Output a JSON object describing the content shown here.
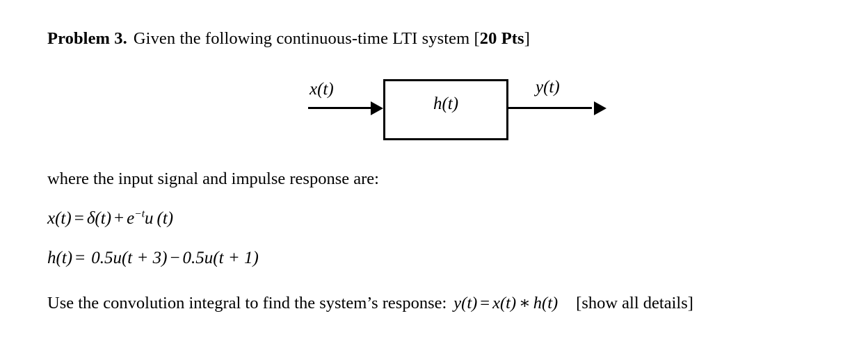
{
  "document": {
    "background_color": "#ffffff",
    "text_color": "#000000"
  },
  "problem": {
    "label": "Problem 3.",
    "statement": "Given the following continuous-time LTI system [",
    "points": "20 Pts",
    "statement_close": "]"
  },
  "diagram": {
    "input_label": "x(t)",
    "system_label": "h(t)",
    "output_label": "y(t)",
    "input_arrow_icon": "arrow-right-icon",
    "output_arrow_icon": "arrow-right-icon",
    "box_name": "system-block"
  },
  "body": {
    "where_line": "where the input signal and impulse response are:",
    "equation_1": {
      "lhs": "x(t)",
      "equals": "=",
      "rhs_delta": "δ(t)",
      "plus": "+",
      "rhs_exp_base": "e",
      "rhs_exp_power": "−t",
      "rhs_u": "u",
      "rhs_arg": "(t)",
      "plain": "x(t) = δ(t) + e−t u (t)"
    },
    "equation_2": {
      "lhs": "h(t)",
      "equals": "=",
      "term_1": "0.5u(t + 3)",
      "minus": "−",
      "term_2": "0.5u(t + 1)",
      "plain": "h(t) =  0.5u(t + 3) − 0.5u(t + 1)"
    },
    "final_line": {
      "prefix": "Use the convolution integral to find the system’s response:",
      "equation_lhs": "y(t)",
      "equals": "=",
      "equation_rhs_x": "x(t)",
      "convolution_operator": "∗",
      "equation_rhs_h": "h(t)",
      "note": "[show all details]",
      "plain": "Use the convolution integral to find the system’s response: y(t) = x(t) ∗ h(t)   [show all details]"
    }
  }
}
